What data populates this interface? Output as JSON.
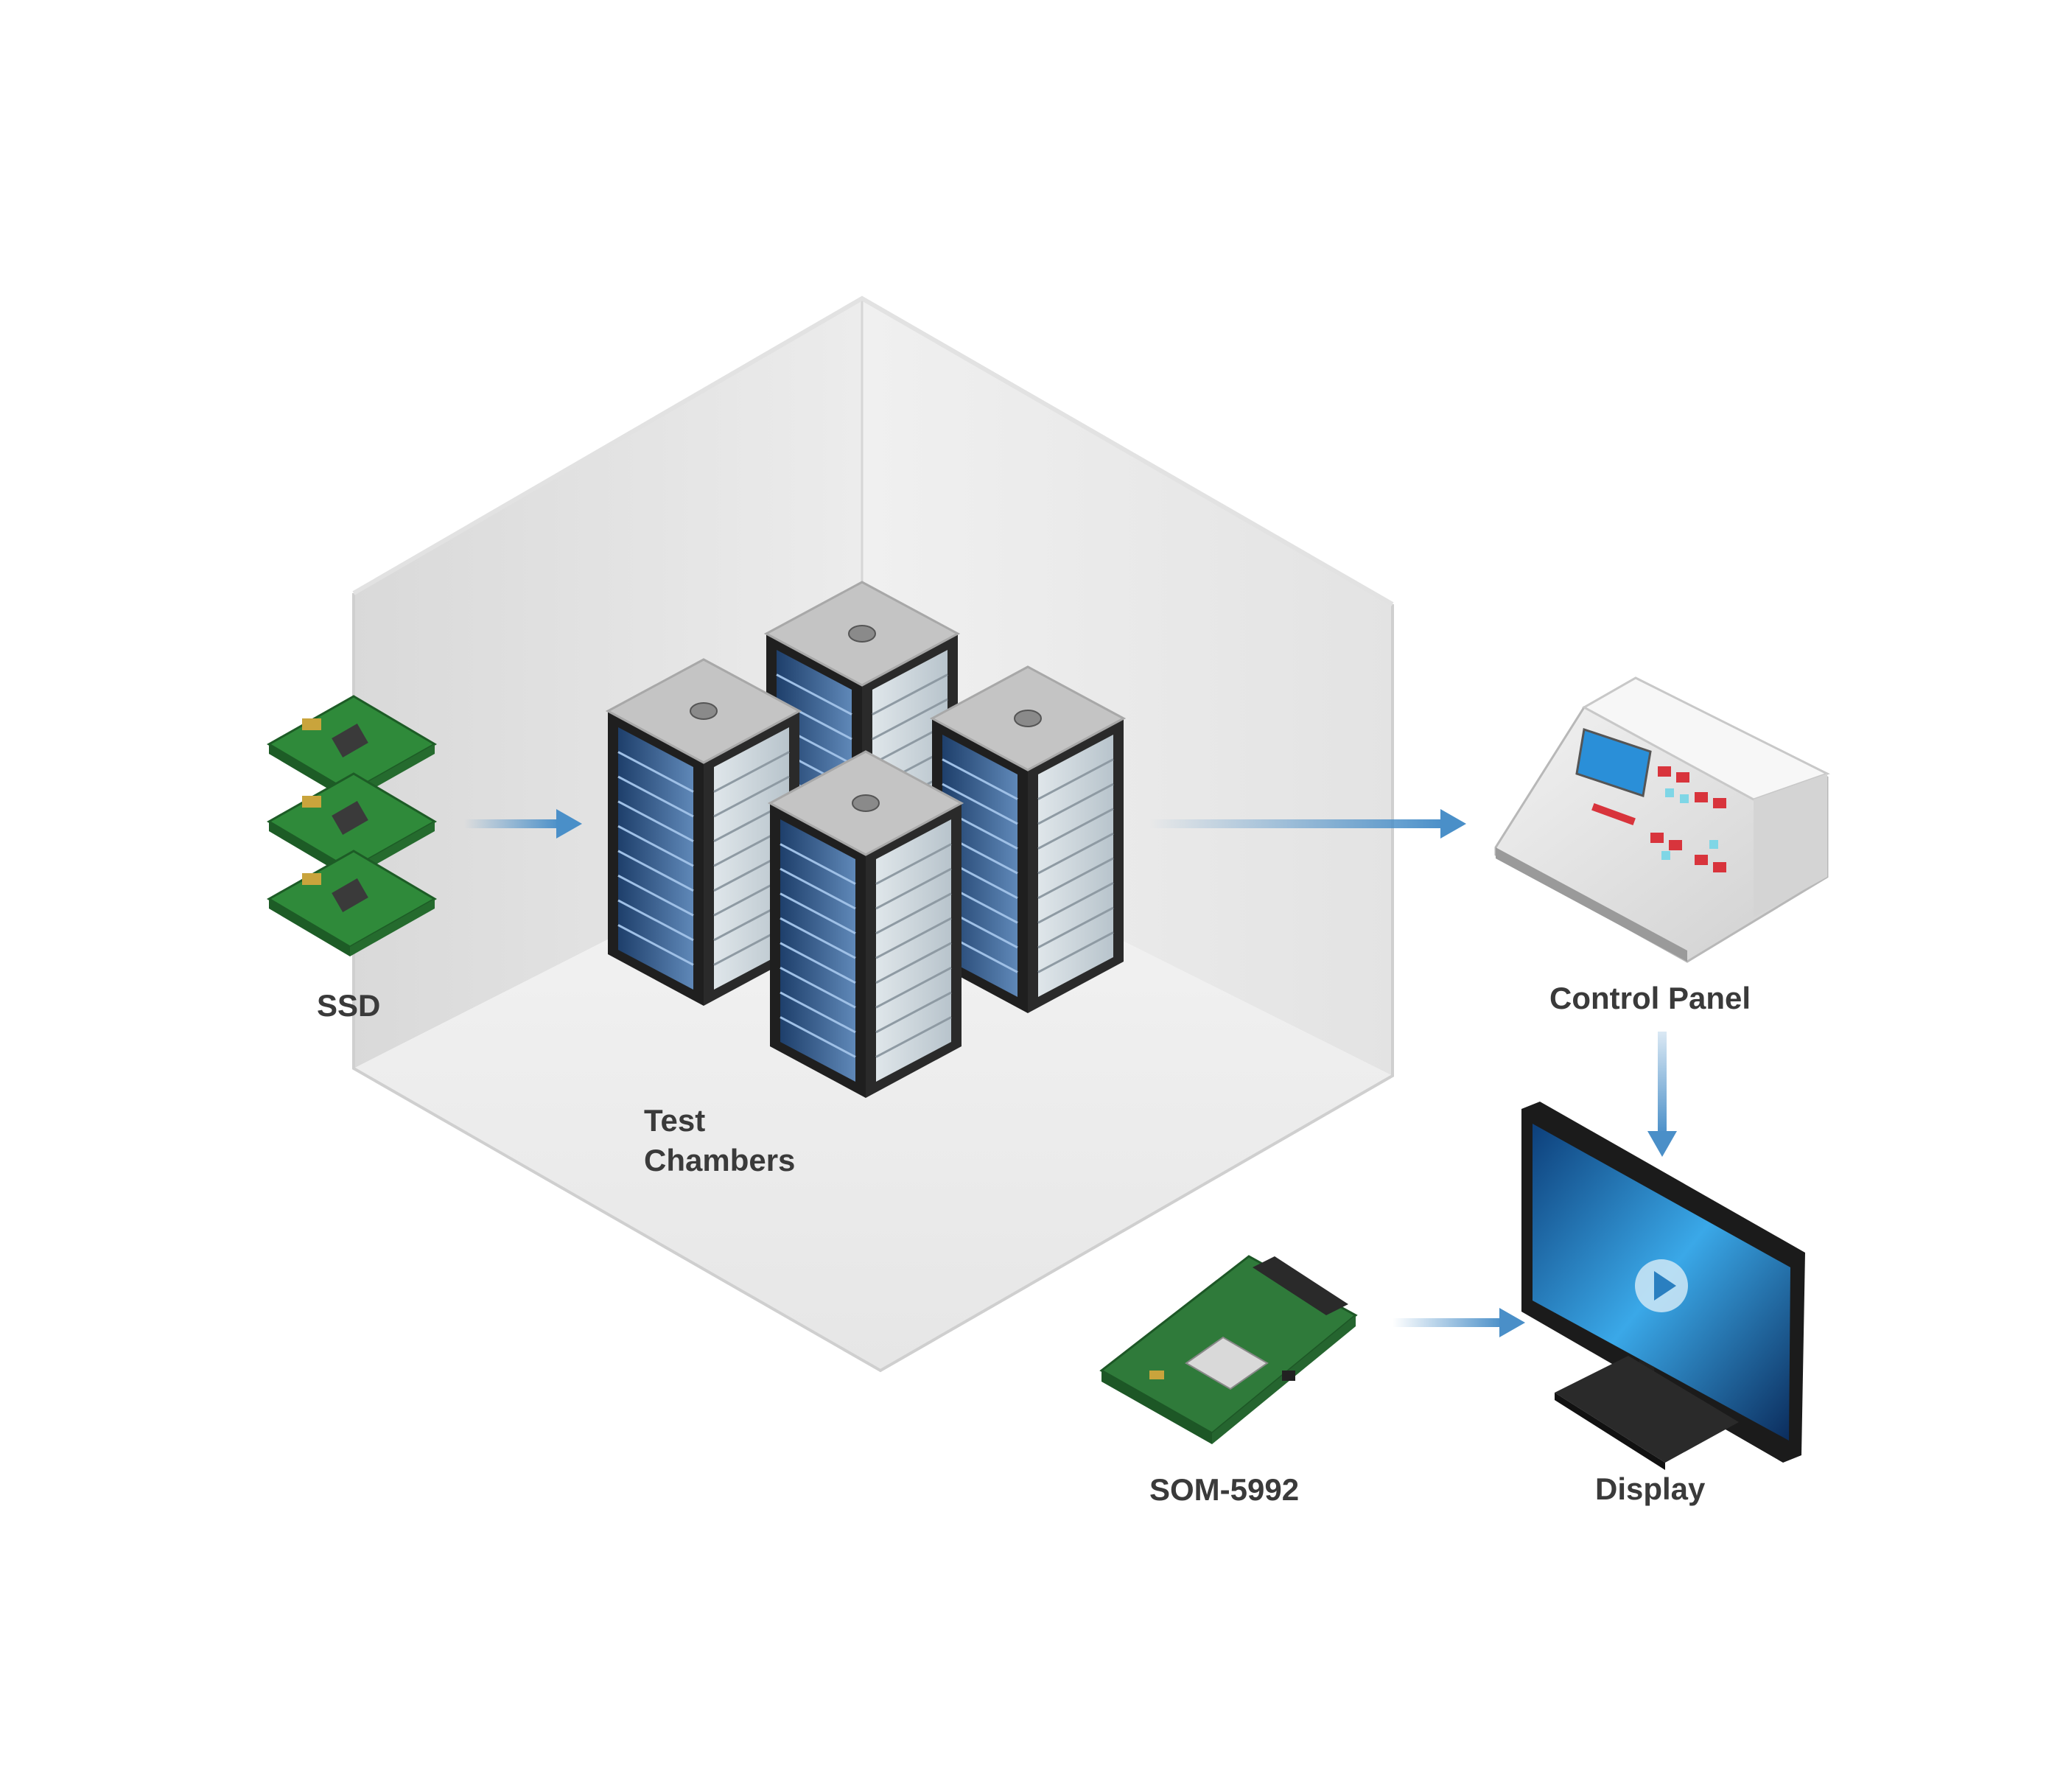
{
  "labels": {
    "ssd": "SSD",
    "test_chambers_line1": "Test",
    "test_chambers_line2": "Chambers",
    "control_panel": "Control Panel",
    "som": "SOM-5992",
    "display": "Display"
  },
  "icons": {
    "ssd": "ssd-board-icon",
    "servers": "server-rack-icon",
    "control_panel": "control-panel-icon",
    "som": "som-module-icon",
    "display": "monitor-icon"
  },
  "colors": {
    "arrow": "#4a8fc8",
    "pcb_green": "#2f8a3a",
    "rack_blue": "#2e5c94",
    "label_text": "#3a3a3a",
    "panel_red": "#d8343c"
  }
}
